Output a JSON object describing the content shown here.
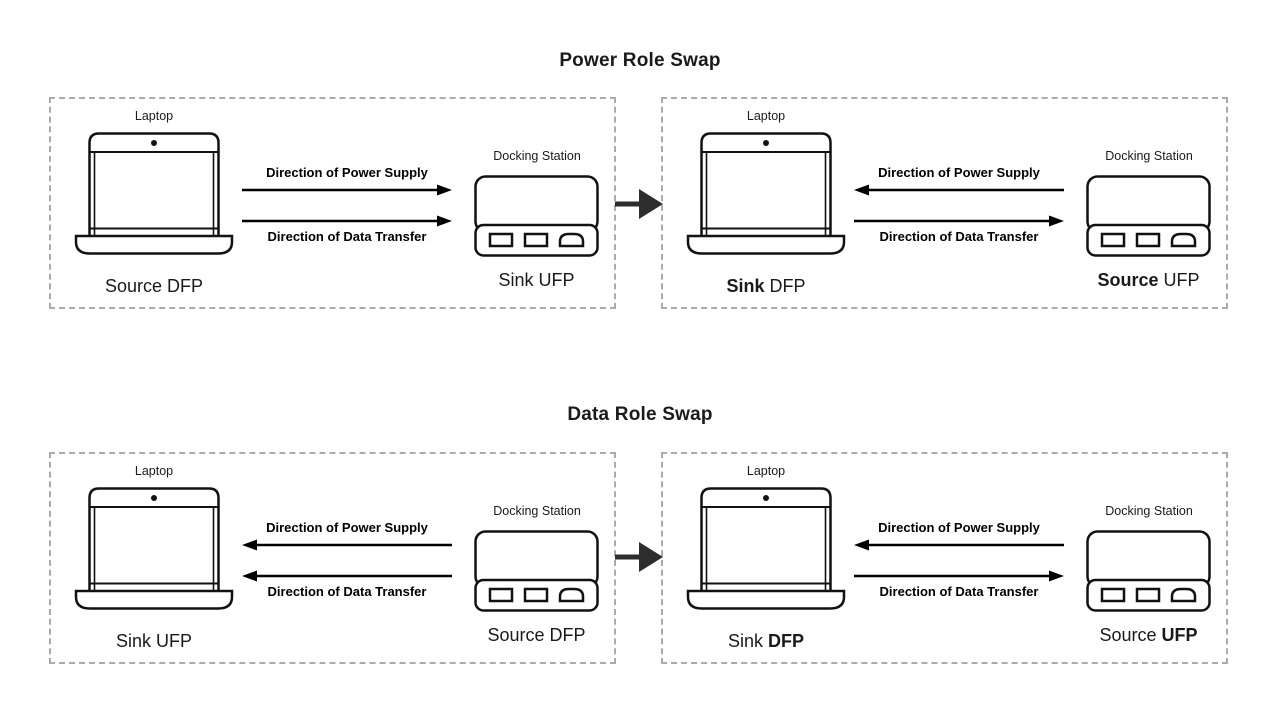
{
  "colors": {
    "outline": "#111111",
    "arrow": "#000000",
    "panel_border": "#ababab",
    "text": "#1a1a1a",
    "bg": "#ffffff"
  },
  "diagram": {
    "sections": [
      {
        "title": "Power Role Swap",
        "panels": [
          {
            "laptop_caption": "Laptop",
            "laptop_role_parts": [
              {
                "text": "Source DFP",
                "bold": false
              }
            ],
            "power_label": "Direction of Power Supply",
            "power_direction": "right",
            "data_label": "Direction of Data Transfer",
            "data_direction": "right",
            "dock_caption": "Docking Station",
            "dock_role_parts": [
              {
                "text": "Sink UFP",
                "bold": false
              }
            ]
          },
          {
            "laptop_caption": "Laptop",
            "laptop_role_parts": [
              {
                "text": "Sink",
                "bold": true
              },
              {
                "text": " DFP",
                "bold": false
              }
            ],
            "power_label": "Direction of Power Supply",
            "power_direction": "left",
            "data_label": "Direction of Data Transfer",
            "data_direction": "right",
            "dock_caption": "Docking Station",
            "dock_role_parts": [
              {
                "text": "Source",
                "bold": true
              },
              {
                "text": " UFP",
                "bold": false
              }
            ]
          }
        ]
      },
      {
        "title": "Data Role Swap",
        "panels": [
          {
            "laptop_caption": "Laptop",
            "laptop_role_parts": [
              {
                "text": "Sink UFP",
                "bold": false
              }
            ],
            "power_label": "Direction of Power Supply",
            "power_direction": "left",
            "data_label": "Direction of Data Transfer",
            "data_direction": "left",
            "dock_caption": "Docking Station",
            "dock_role_parts": [
              {
                "text": "Source DFP",
                "bold": false
              }
            ]
          },
          {
            "laptop_caption": "Laptop",
            "laptop_role_parts": [
              {
                "text": "Sink ",
                "bold": false
              },
              {
                "text": "DFP",
                "bold": true
              }
            ],
            "power_label": "Direction of Power Supply",
            "power_direction": "left",
            "data_label": "Direction of Data Transfer",
            "data_direction": "right",
            "dock_caption": "Docking Station",
            "dock_role_parts": [
              {
                "text": "Source ",
                "bold": false
              },
              {
                "text": "UFP",
                "bold": true
              }
            ]
          }
        ]
      }
    ]
  }
}
